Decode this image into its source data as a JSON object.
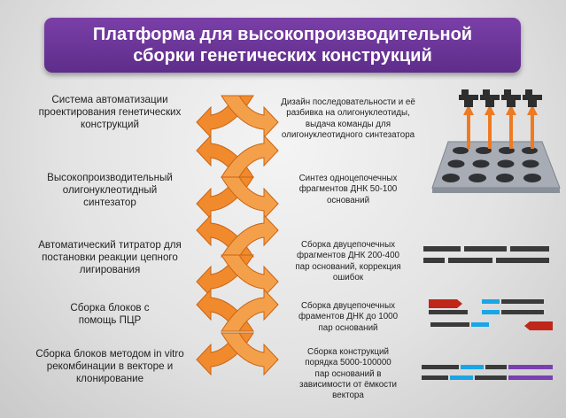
{
  "title": {
    "line1": "Платформа для высокопроизводительной",
    "line2": "сборки генетических конструкций"
  },
  "steps": [
    {
      "left": [
        "Система автоматизации",
        "проектирования генетических",
        "конструкций"
      ],
      "middle": [
        "Дизайн последовательности и её",
        "разбивка на олигонуклеотиды,",
        "выдача команды для",
        "олигонуклеотидного синтезатора"
      ],
      "illustration": "oligonucleotide-synthesis-plate-icon"
    },
    {
      "left": [
        "Высокопроизводительный",
        "олигонуклеотидный",
        "синтезатор"
      ],
      "middle": [
        "Синтез одноцепочечных",
        "фрагментов ДНК 50-100",
        "оснований"
      ],
      "illustration": "none"
    },
    {
      "left": [
        "Автоматический титратор для",
        "постановки реакции цепного",
        "лигирования"
      ],
      "middle": [
        "Сборка двуцепочечных",
        "фрагментов ДНК 200-400",
        "пар оснований, коррекция",
        "ошибок"
      ],
      "illustration": "double-stranded-dna-fragments-icon"
    },
    {
      "left": [
        "Сборка блоков с",
        "помощь ПЦР"
      ],
      "middle": [
        "Сборка двуцепочечных",
        "фраментов ДНК до 1000",
        "пар оснований"
      ],
      "illustration": "pcr-block-assembly-icon"
    },
    {
      "left": [
        "Сборка блоков методом in vitro",
        "рекомбинации в векторе и",
        "клонирование"
      ],
      "middle": [
        "Сборка конструкций",
        "порядка 5000-100000",
        "пар оснований в",
        "зависимости от ёмкости",
        "вектора"
      ],
      "illustration": "vector-recombination-construct-icon"
    }
  ],
  "colors": {
    "banner": "#6a3497",
    "arrow": "#f08a2c",
    "arrow_up": "#ee7a22",
    "dna_dark": "#3a3a3a",
    "dna_red": "#c0261a",
    "dna_blue": "#1aa6e6",
    "dna_purple": "#7a3fb0",
    "plate": "#a7acb5",
    "well": "#2f3135"
  }
}
